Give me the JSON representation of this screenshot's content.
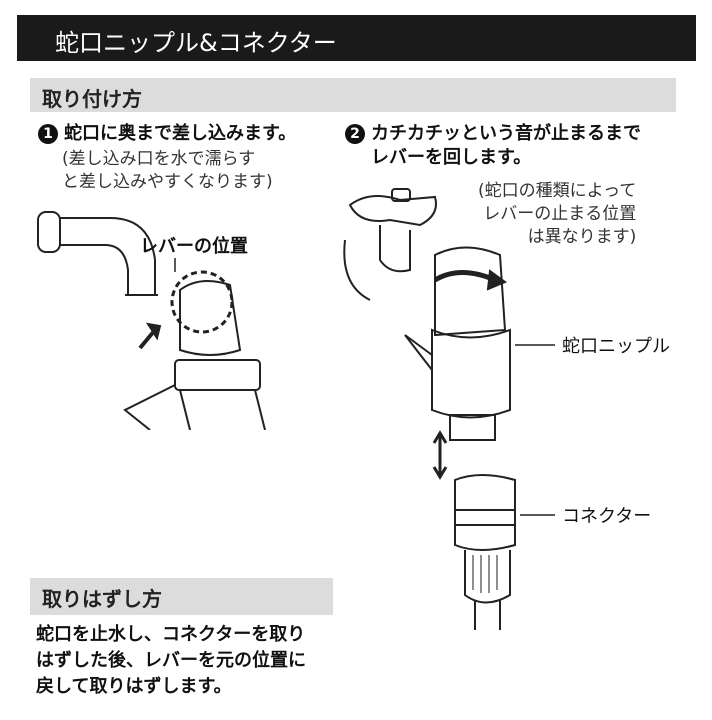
{
  "title": "蛇口ニップル&コネクター",
  "install": {
    "heading": "取り付け方",
    "step1": {
      "number": "1",
      "text": "蛇口に奥まで差し込みます。",
      "note_line1": "(差し込み口を水で濡らす",
      "note_line2": "と差し込みやすくなります)",
      "label_lever": "レバーの位置"
    },
    "step2": {
      "number": "2",
      "text_line1": "カチカチッという音が止まるまで",
      "text_line2": "レバーを回します。",
      "note_line1": "(蛇口の種類によって",
      "note_line2": "レバーの止まる位置",
      "note_line3": "は異なります)",
      "label_nipple": "蛇口ニップル",
      "label_connector": "コネクター"
    }
  },
  "removal": {
    "heading": "取りはずし方",
    "line1": "蛇口を止水し、コネクターを取り",
    "line2": "はずした後、レバーを元の位置に",
    "line3": "戻して取りはずします。"
  }
}
